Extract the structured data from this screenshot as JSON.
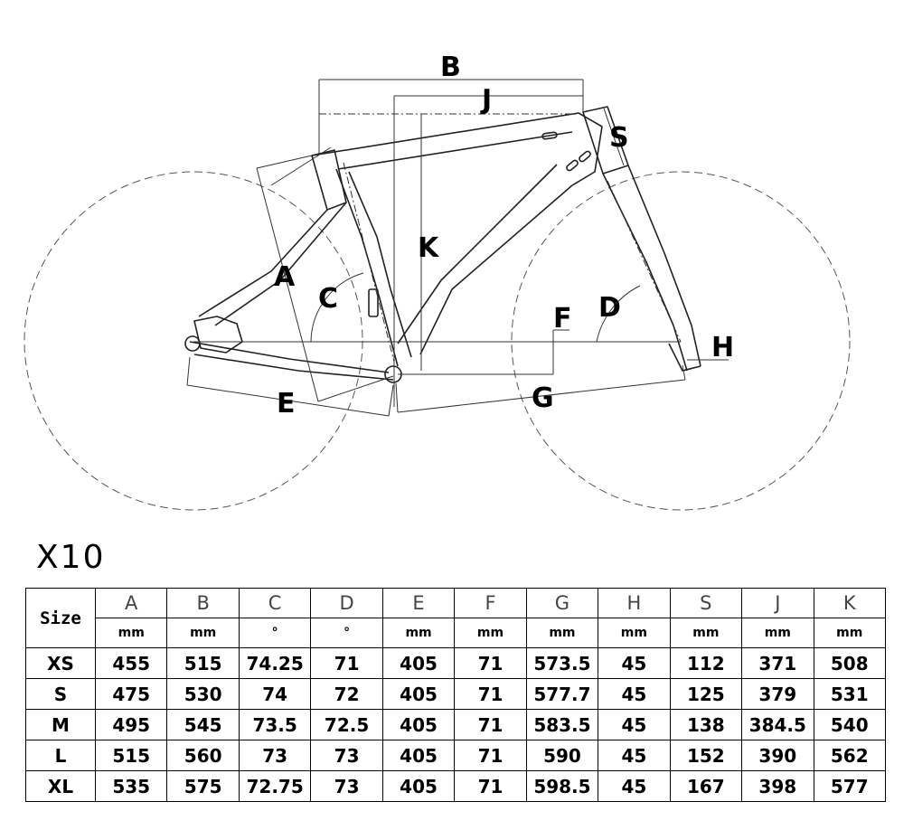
{
  "diagram": {
    "labels": {
      "A": "A",
      "B": "B",
      "C": "C",
      "D": "D",
      "E": "E",
      "F": "F",
      "G": "G",
      "H": "H",
      "J": "J",
      "K": "K",
      "S": "S"
    }
  },
  "model": "X10",
  "table": {
    "size_header": "Size",
    "columns": [
      "A",
      "B",
      "C",
      "D",
      "E",
      "F",
      "G",
      "H",
      "S",
      "J",
      "K"
    ],
    "units": [
      "mm",
      "mm",
      "°",
      "°",
      "mm",
      "mm",
      "mm",
      "mm",
      "mm",
      "mm",
      "mm"
    ],
    "rows": [
      {
        "size": "XS",
        "values": [
          "455",
          "515",
          "74.25",
          "71",
          "405",
          "71",
          "573.5",
          "45",
          "112",
          "371",
          "508"
        ]
      },
      {
        "size": "S",
        "values": [
          "475",
          "530",
          "74",
          "72",
          "405",
          "71",
          "577.7",
          "45",
          "125",
          "379",
          "531"
        ]
      },
      {
        "size": "M",
        "values": [
          "495",
          "545",
          "73.5",
          "72.5",
          "405",
          "71",
          "583.5",
          "45",
          "138",
          "384.5",
          "540"
        ]
      },
      {
        "size": "L",
        "values": [
          "515",
          "560",
          "73",
          "73",
          "405",
          "71",
          "590",
          "45",
          "152",
          "390",
          "562"
        ]
      },
      {
        "size": "XL",
        "values": [
          "535",
          "575",
          "72.75",
          "73",
          "405",
          "71",
          "598.5",
          "45",
          "167",
          "398",
          "577"
        ]
      }
    ]
  }
}
